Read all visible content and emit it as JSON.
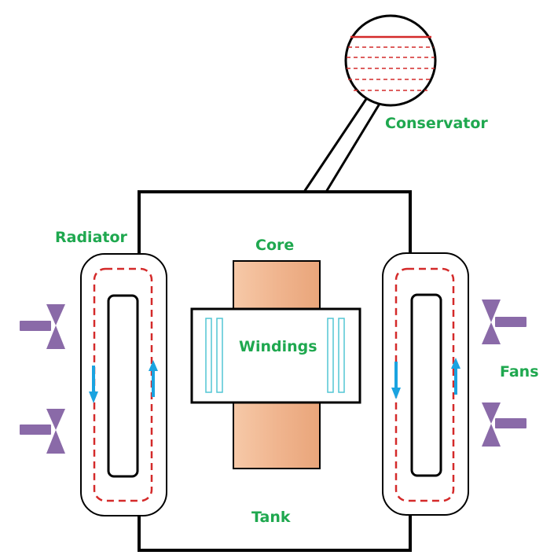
{
  "diagram": {
    "labels": {
      "conservator": "Conservator",
      "radiator": "Radiator",
      "core": "Core",
      "windings": "Windings",
      "fans": "Fans",
      "tank": "Tank"
    }
  },
  "colors": {
    "label_green": "#1fa84f",
    "outline": "#000000",
    "oil_path_red": "#d42a2a",
    "flow_arrow_blue": "#1aa3e0",
    "core_peach": "#f0b58f",
    "winding_cyan": "#52c6d4",
    "fan_purple": "#8a6aa8"
  }
}
